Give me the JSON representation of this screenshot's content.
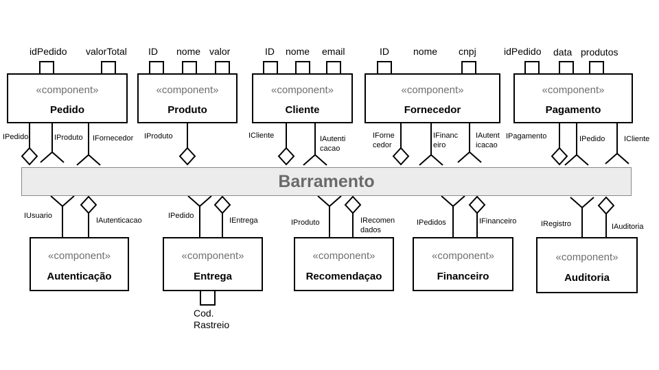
{
  "stereotype": "«component»",
  "bus": {
    "label": "Barramento"
  },
  "components": [
    {
      "name": "Pedido",
      "attributes": [
        "idPedido",
        "valorTotal"
      ],
      "interfaces": [
        "IPedido",
        "IProduto",
        "IFornecedor"
      ]
    },
    {
      "name": "Produto",
      "attributes": [
        "ID",
        "nome",
        "valor"
      ],
      "interfaces": [
        "IProduto"
      ]
    },
    {
      "name": "Cliente",
      "attributes": [
        "ID",
        "nome",
        "email"
      ],
      "interfaces": [
        "ICliente",
        "IAutenti\ncacao"
      ]
    },
    {
      "name": "Fornecedor",
      "attributes": [
        "ID",
        "nome",
        "cnpj"
      ],
      "interfaces": [
        "IForne\ncedor",
        "IFinanc\neiro",
        "IAutent\nicacao"
      ]
    },
    {
      "name": "Pagamento",
      "attributes": [
        "idPedido",
        "data",
        "produtos"
      ],
      "interfaces": [
        "IPagamento",
        "IPedido",
        "ICliente"
      ]
    },
    {
      "name": "Autenticação",
      "attributes": [],
      "interfaces": [
        "IUsuario",
        "IAutenticacao"
      ]
    },
    {
      "name": "Entrega",
      "attributes": [
        "Cod.\nRastreio"
      ],
      "interfaces": [
        "IPedido",
        "IEntrega"
      ]
    },
    {
      "name": "Recomendaçao",
      "attributes": [],
      "interfaces": [
        "IProduto",
        "IRecomen\ndados"
      ]
    },
    {
      "name": "Financeiro",
      "attributes": [],
      "interfaces": [
        "IPedidos",
        "IFinanceiro"
      ]
    },
    {
      "name": "Auditoria",
      "attributes": [],
      "interfaces": [
        "IRegistro",
        "IAuditoria"
      ]
    }
  ]
}
